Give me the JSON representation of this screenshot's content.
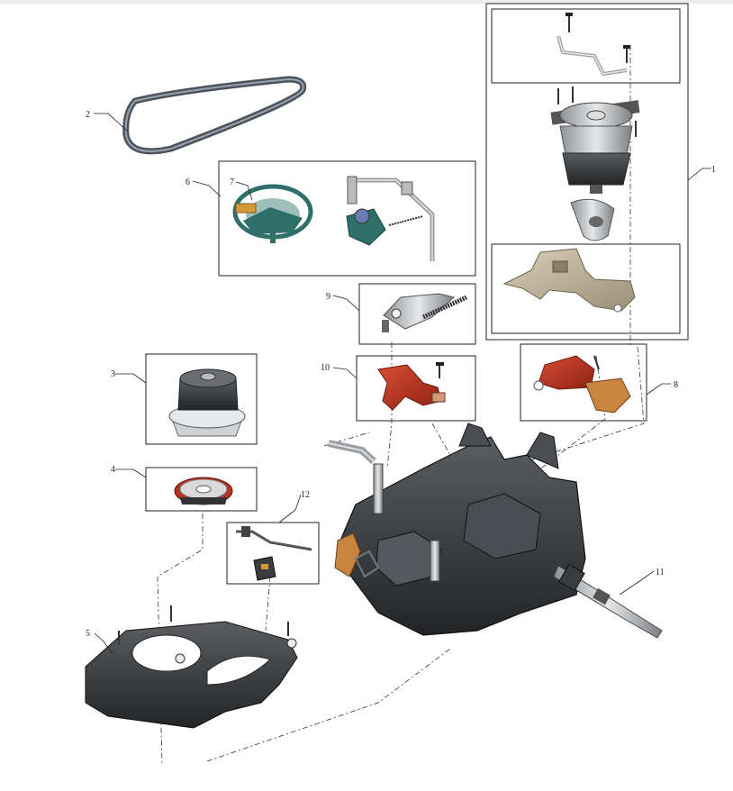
{
  "callouts": {
    "c1": "1",
    "c2": "2",
    "c3": "3",
    "c4": "4",
    "c5": "5",
    "c6": "6",
    "c7": "7",
    "c8": "8",
    "c9": "9",
    "c10": "10",
    "c11": "11",
    "c12": "12"
  },
  "colors": {
    "part_dark": "#3a3d40",
    "part_mid": "#6b6f73",
    "part_light": "#c9cccf",
    "teal": "#2f6f6a",
    "red": "#b8321f",
    "tan": "#bfb29a",
    "copper": "#c9853f",
    "belt": "#4b535c"
  }
}
